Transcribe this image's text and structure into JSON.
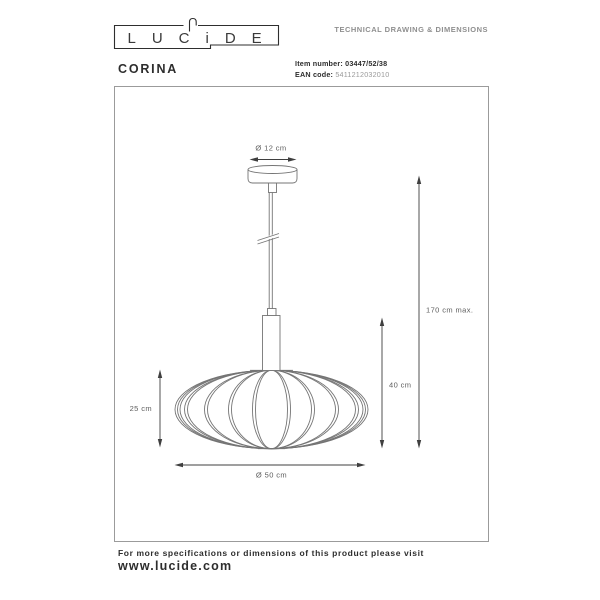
{
  "brand": {
    "logo_letters": "LUCiDE"
  },
  "header": {
    "doc_type": "TECHNICAL DRAWING & DIMENSIONS",
    "product_name": "CORINA",
    "item_number_label": "Item number:",
    "item_number_value": "03447/52/38",
    "ean_label": "EAN code:",
    "ean_value": "5411212032010"
  },
  "drawing": {
    "dimensions": {
      "canopy_diameter": "Ø 12 cm",
      "max_height": "170 cm max.",
      "fixture_height": "40 cm",
      "shade_height": "25 cm",
      "shade_diameter": "Ø 50 cm"
    }
  },
  "footer": {
    "note": "For more specifications or dimensions of this product please visit",
    "website": "www.lucide.com"
  },
  "colors": {
    "text_dark": "#2d2d2d",
    "text_gray": "#8f8f8f",
    "ean_value_gray": "#9a9a9a",
    "lamp_line": "#757575",
    "dimension_line": "#3f3f3f",
    "dimension_text": "#5d5d5d",
    "frame_border": "#9b9b9b",
    "background": "#ffffff"
  }
}
